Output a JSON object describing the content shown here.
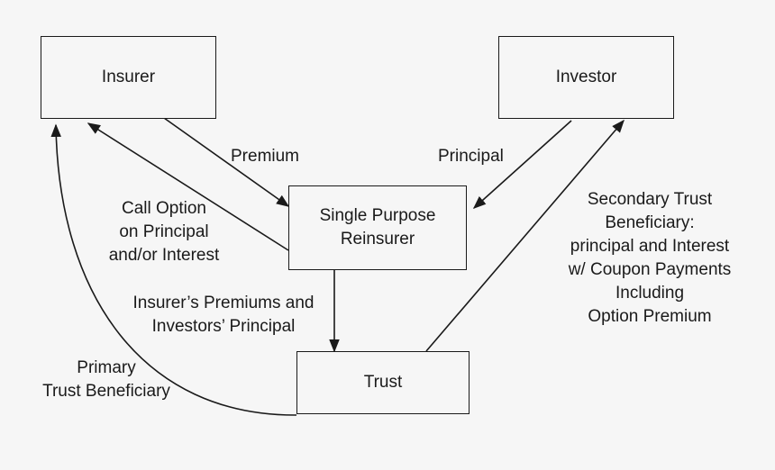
{
  "nodes": {
    "insurer": "Insurer",
    "investor": "Investor",
    "reinsurer": "Single Purpose\nReinsurer",
    "trust": "Trust"
  },
  "edge_labels": {
    "premium": "Premium",
    "principal": "Principal",
    "call_option": "Call Option\non Principal\nand/or Interest",
    "to_trust": "Insurer’s Premiums and\nInvestors’ Principal",
    "primary": "Primary\nTrust Beneficiary",
    "secondary": "Secondary Trust\nBeneficiary:\nprincipal and Interest\nw/ Coupon Payments\nIncluding\nOption Premium"
  }
}
